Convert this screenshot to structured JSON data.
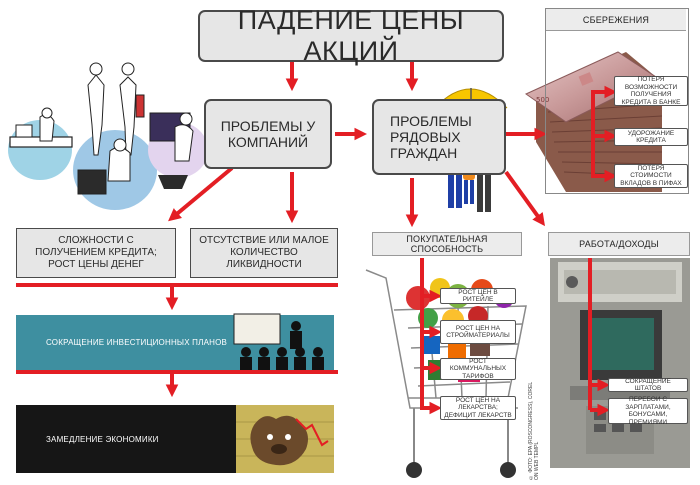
{
  "title": "ПАДЕНИЕ ЦЕНЫ АКЦИЙ",
  "companies": "ПРОБЛЕМЫ У КОМПАНИЙ",
  "citizens": "ПРОБЛЕМЫ РЯДОВЫХ ГРАЖДАН",
  "company_effects": [
    "СЛОЖНОСТИ С ПОЛУЧЕНИЕМ КРЕДИТА; РОСТ ЦЕНЫ ДЕНЕГ",
    "ОТСУТСТВИЕ ИЛИ МАЛОЕ КОЛИЧЕСТВО ЛИКВИДНОСТИ"
  ],
  "investment_cut": "СОКРАЩЕНИЕ ИНВЕСТИЦИОННЫХ ПЛАНОВ",
  "slowdown": "ЗАМЕДЛЕНИЕ ЭКОНОМИКИ",
  "savings": {
    "header": "СБЕРЕЖЕНИЯ",
    "items": [
      "ПОТЕРЯ ВОЗМОЖНОСТИ ПОЛУЧЕНИЯ КРЕДИТА В БАНКЕ",
      "УДОРОЖАНИЕ КРЕДИТА",
      "ПОТЕРЯ СТОИМОСТИ ВКЛАДОВ В ПИФАХ"
    ]
  },
  "purchasing": {
    "header": "ПОКУПАТЕЛЬНАЯ СПОСОБНОСТЬ",
    "items": [
      "РОСТ ЦЕН В РИТЕЙЛЕ",
      "РОСТ ЦЕН НА СТРОЙМАТЕРИАЛЫ",
      "РОСТ КОММУНАЛЬНЫХ ТАРИФОВ",
      "РОСТ ЦЕН НА ЛЕКАРСТВА; ДЕФИЦИТ ЛЕКАРСТВ"
    ]
  },
  "work": {
    "header": "РАБОТА/ДОХОДЫ",
    "items": [
      "СОКРАЩЕНИЕ ШТАТОВ",
      "ПЕРЕБОИ С ЗАРПЛАТАМИ, БОНУСАМИ, ПРЕМИЯМИ"
    ]
  },
  "credit": "© ФОТО: EPA (ROSCONGRESS), COREL ON WEB TEMPL",
  "colors": {
    "accent": "#e31e24",
    "box": "#e6e6e6",
    "teal": "#3e8fa0",
    "dark": "#161616"
  }
}
